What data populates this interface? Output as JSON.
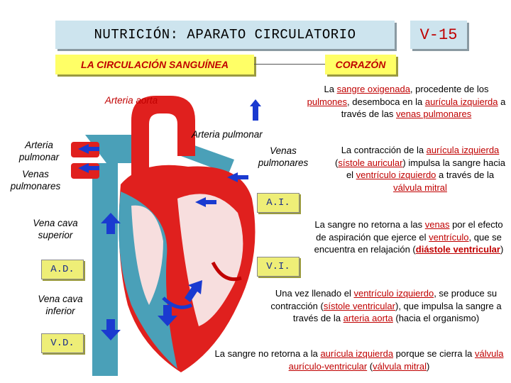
{
  "header": {
    "title": "NUTRICIÓN: APARATO CIRCULATORIO",
    "code": "V-15"
  },
  "subheaders": {
    "left": "LA CIRCULACIÓN SANGUÍNEA",
    "right": "CORAZÓN"
  },
  "diagram": {
    "labels": {
      "aorta": "Arteria aorta",
      "art_pulm_left": "Arteria pulmonar",
      "venas_pulm_left": "Venas pulmonares",
      "vena_cava_sup": "Vena cava superior",
      "vena_cava_inf": "Vena cava inferior",
      "art_pulm_right": "Arteria pulmonar",
      "venas_pulm_right": "Venas pulmonares"
    },
    "chambers": {
      "ad": "A.D.",
      "vd": "V.D.",
      "ai": "A.I.",
      "vi": "V.I."
    },
    "colors": {
      "oxygenated": "#e0201e",
      "deoxygenated": "#4aa0b8",
      "arrow": "#1a3ad0"
    }
  },
  "paragraphs": {
    "p1": [
      "La ",
      "sangre oxigenada",
      ", procedente de los ",
      "pulmones",
      ", desemboca en la ",
      "aurícula izquierda",
      " a través de las ",
      "venas pulmonares"
    ],
    "p2": [
      "La contracción de la ",
      "aurícula izquierda",
      " (",
      "sístole auricular",
      ") impulsa la sangre hacia el ",
      "ventrículo izquierdo",
      " a través de la ",
      "válvula mitral"
    ],
    "p3": [
      "La sangre no retorna a las ",
      "venas",
      " por el efecto de aspiración que ejerce el ",
      "ventrículo",
      ", que se encuentra en relajación (",
      "diástole ventricular",
      ")"
    ],
    "p4": [
      "Una vez llenado el ",
      "ventrículo izquierdo",
      ", se produce su contracción (",
      "sístole ventricular",
      "), que impulsa la sangre a través de la ",
      "arteria aorta",
      " (hacia el organismo)"
    ],
    "p5": [
      "La sangre no retorna a la ",
      "aurícula izquierda",
      " porque se cierra la ",
      "válvula aurículo-ventricular",
      " (",
      "válvula mitral",
      ")"
    ]
  }
}
